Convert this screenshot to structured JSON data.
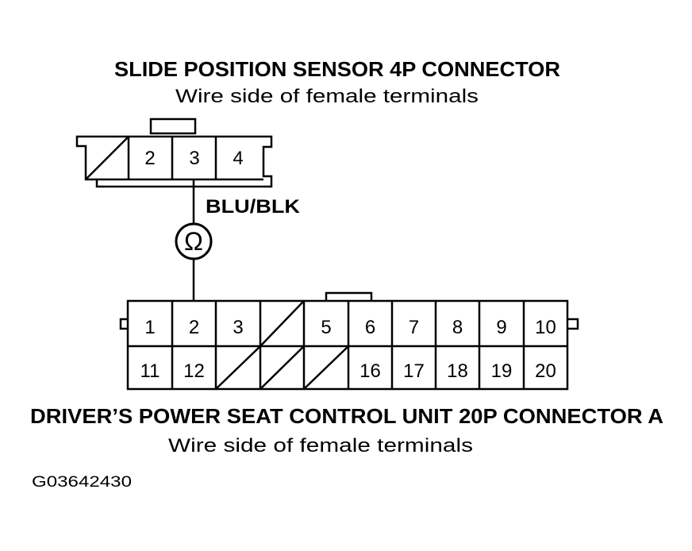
{
  "top_connector": {
    "title": "SLIDE POSITION SENSOR 4P CONNECTOR",
    "subtitle": "Wire side of female terminals",
    "terminals": [
      "",
      "2",
      "3",
      "4"
    ],
    "blank_terminals": [
      0
    ]
  },
  "wire": {
    "color_label": "BLU/BLK",
    "meter_symbol": "Ω"
  },
  "bottom_connector": {
    "title": "DRIVER’S POWER SEAT CONTROL UNIT 20P CONNECTOR A",
    "subtitle": "Wire side of female terminals",
    "top_row": [
      "1",
      "2",
      "3",
      "",
      "5",
      "6",
      "7",
      "8",
      "9",
      "10"
    ],
    "bottom_row": [
      "11",
      "12",
      "",
      "",
      "",
      "16",
      "17",
      "18",
      "19",
      "20"
    ]
  },
  "figure_code": "G03642430"
}
